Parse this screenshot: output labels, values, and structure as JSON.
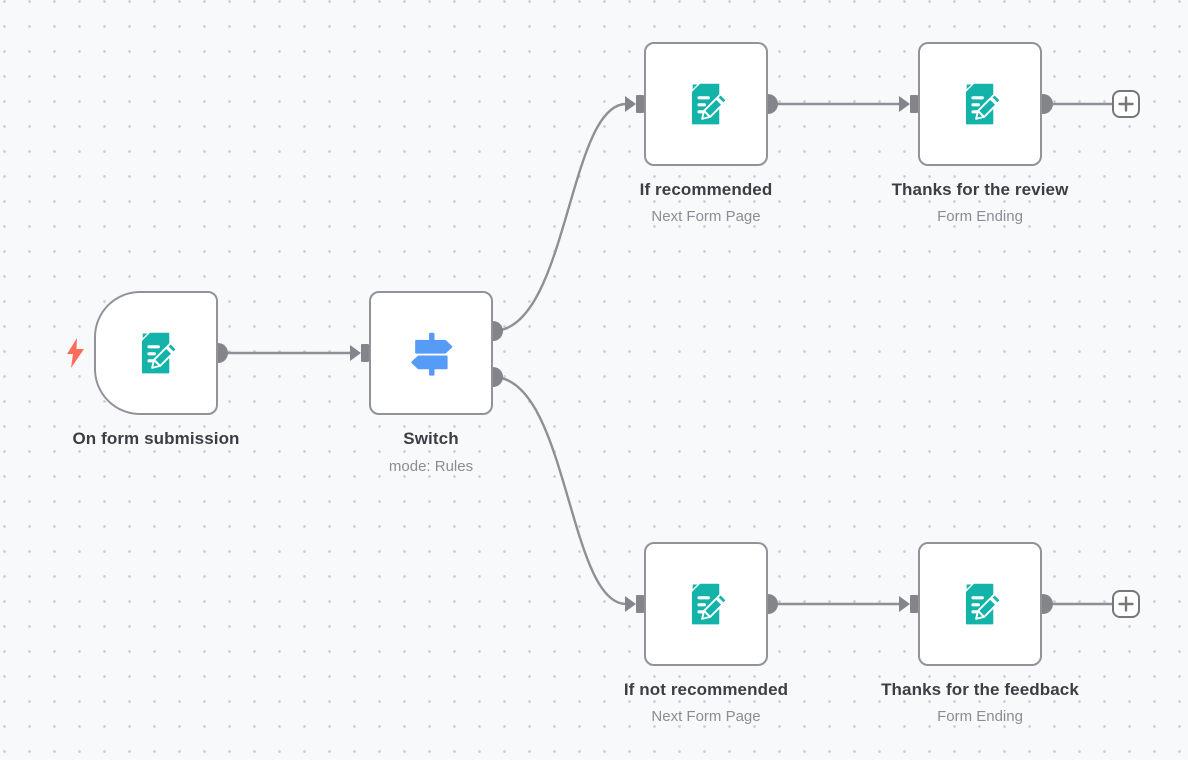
{
  "app": {
    "name": "workflow editor canvas"
  },
  "colors": {
    "canvas_bg": "#f8f9fb",
    "grid_dot": "#cbccd2",
    "node_border": "#919399",
    "node_bg": "#ffffff",
    "edge": "#8e9096",
    "port": "#83858b",
    "label_text": "#3b3e44",
    "subtitle_text": "#8a8d94",
    "form_icon_teal": "#14b3aa",
    "switch_icon_blue": "#569bf5",
    "trigger_bolt_coral": "#ff6d5a"
  },
  "nodes": [
    {
      "label": "On form submission",
      "subtitle": "",
      "icon": "form-pencil-icon",
      "kind": "trigger"
    },
    {
      "label": "Switch",
      "subtitle": "mode: Rules",
      "icon": "signpost-icon",
      "kind": "switch"
    },
    {
      "label": "If recommended",
      "subtitle": "Next Form Page",
      "icon": "form-pencil-icon",
      "kind": "form-page"
    },
    {
      "label": "Thanks for the review",
      "subtitle": "Form Ending",
      "icon": "form-pencil-icon",
      "kind": "form-ending"
    },
    {
      "label": "If not recommended",
      "subtitle": "Next Form Page",
      "icon": "form-pencil-icon",
      "kind": "form-page"
    },
    {
      "label": "Thanks for the feedback",
      "subtitle": "Form Ending",
      "icon": "form-pencil-icon",
      "kind": "form-ending"
    }
  ],
  "connections": [
    {
      "from": "On form submission",
      "to": "Switch"
    },
    {
      "from": "Switch (output 1)",
      "to": "If recommended"
    },
    {
      "from": "Switch (output 2)",
      "to": "If not recommended"
    },
    {
      "from": "If recommended",
      "to": "Thanks for the review"
    },
    {
      "from": "If not recommended",
      "to": "Thanks for the feedback"
    },
    {
      "from": "Thanks for the review",
      "to": "add-node button"
    },
    {
      "from": "Thanks for the feedback",
      "to": "add-node button"
    }
  ],
  "icons": {
    "lightning": "trigger lightning bolt",
    "plus": "add node"
  }
}
